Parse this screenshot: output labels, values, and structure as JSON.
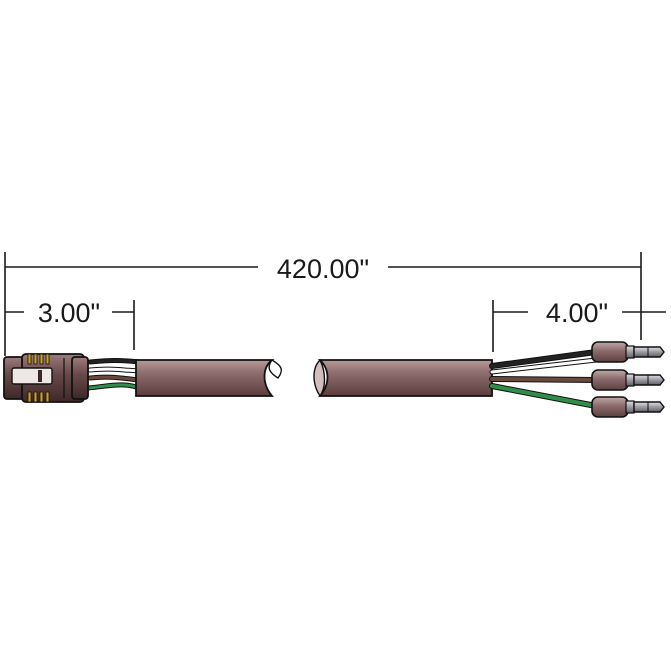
{
  "dimensions": {
    "overall": "420.00\"",
    "connector_end": "3.00\"",
    "terminal_end": "4.00\""
  },
  "colors": {
    "cable_jacket": "#7d5c5c",
    "cable_shadow": "#5a3d3d",
    "connector_body": "#5e4141",
    "connector_pins": "#c9a227",
    "wire_black": "#222222",
    "wire_white": "#ffffff",
    "wire_green": "#2f8f4a",
    "wire_brown": "#6b4a3a",
    "terminal_body": "#8a6a6a",
    "terminal_tip": "#9a9aa0",
    "dimension_line": "#1a1a1a"
  },
  "parts": [
    "connector-icon",
    "cable-jacket",
    "wire-leads",
    "ring-terminals"
  ]
}
